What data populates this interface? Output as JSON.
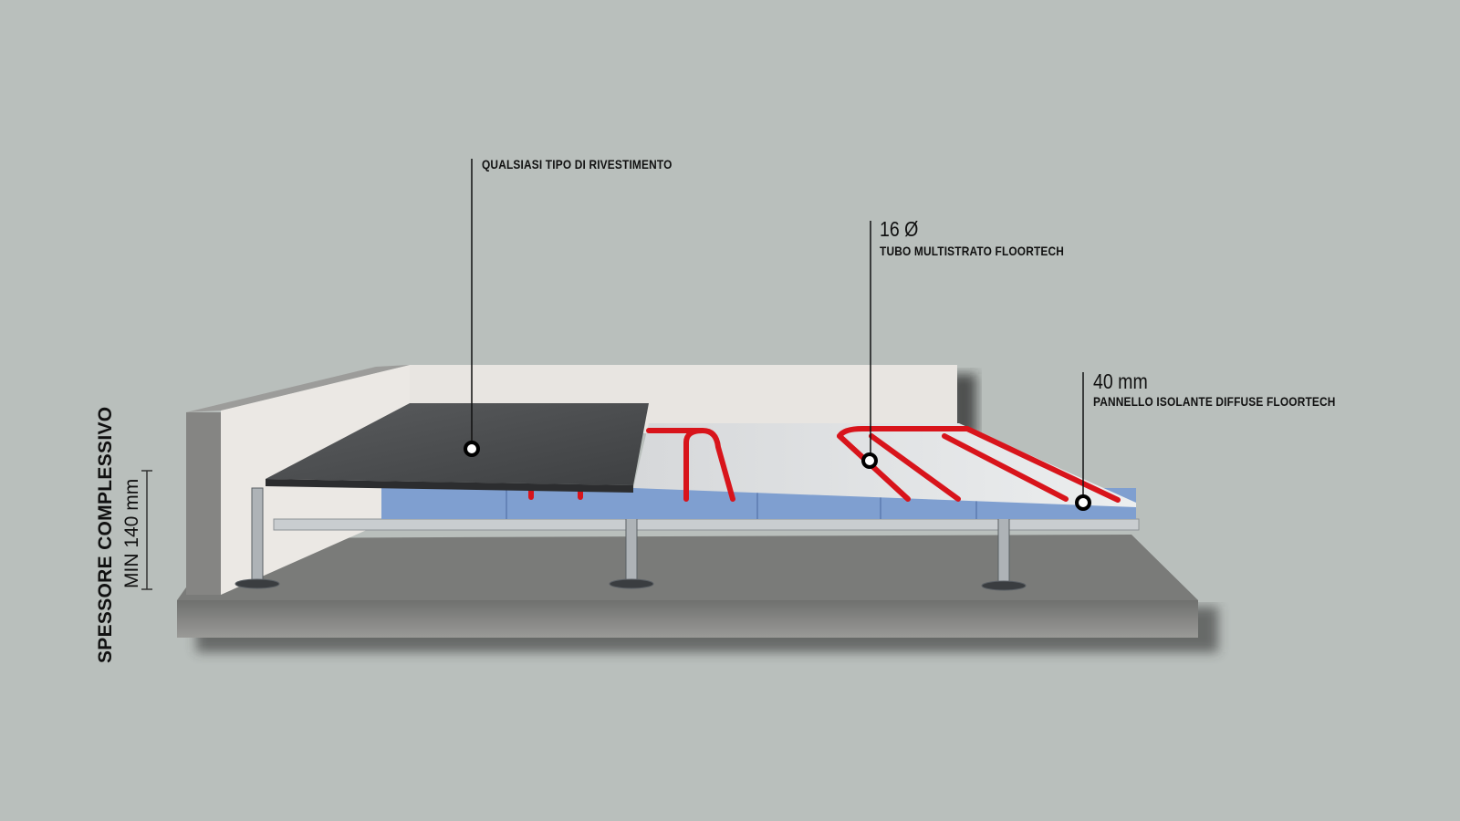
{
  "callouts": {
    "covering": {
      "title": "QUALSIASI TIPO DI RIVESTIMENTO"
    },
    "pipe": {
      "value": "16 Ø",
      "title": "TUBO MULTISTRATO FLOORTECH"
    },
    "panel": {
      "value": "40 mm",
      "title": "PANNELLO ISOLANTE DIFFUSE FLOORTECH"
    }
  },
  "thickness": {
    "title": "SPESSORE COMPLESSIVO",
    "value": "MIN 140 mm"
  },
  "colors": {
    "background": "#b9bfbc",
    "pipe": "#d8141b",
    "insulation": "#7f9fd0",
    "tile": "#4a4c4e",
    "concrete": "#8a8a88"
  }
}
